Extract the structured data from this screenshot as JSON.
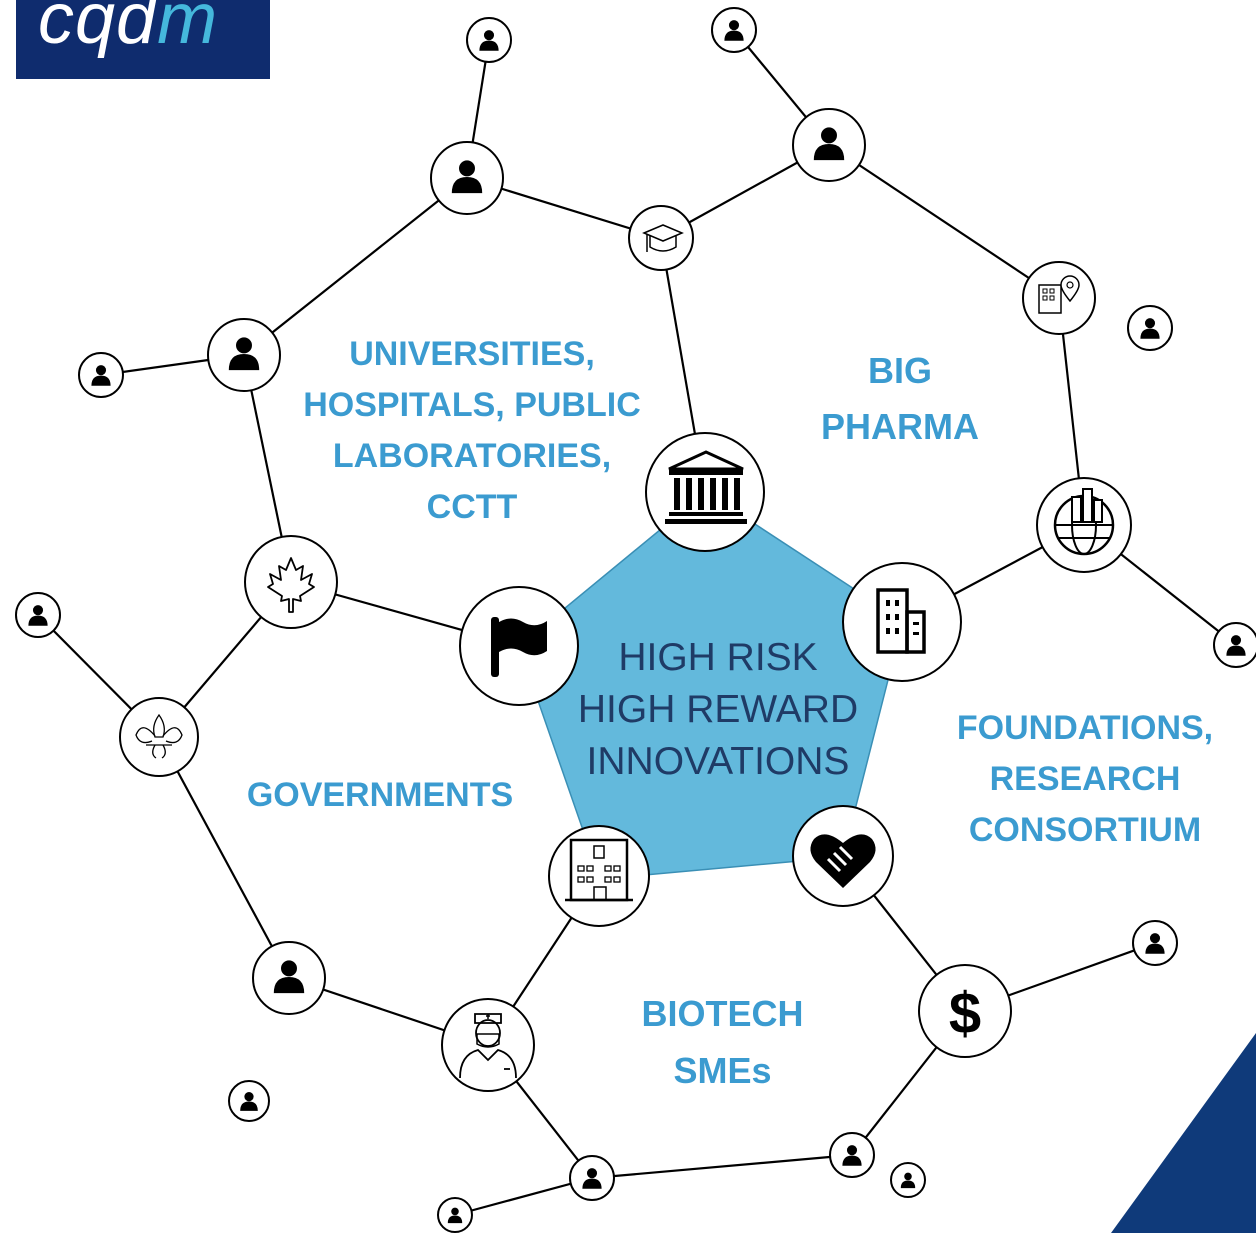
{
  "logo": {
    "text_main": "cqd",
    "text_accent": "m"
  },
  "center": {
    "lines": [
      "HIGH RISK",
      "HIGH REWARD",
      "INNOVATIONS"
    ]
  },
  "sectors": {
    "universities": [
      "UNIVERSITIES,",
      "HOSPITALS, PUBLIC",
      "LABORATORIES,",
      "CCTT"
    ],
    "big_pharma": [
      "BIG",
      "PHARMA"
    ],
    "governments": [
      "GOVERNMENTS"
    ],
    "foundations": [
      "FOUNDATIONS,",
      "RESEARCH",
      "CONSORTIUM"
    ],
    "biotech": [
      "BIOTECH",
      "SMEs"
    ]
  },
  "colors": {
    "pentagon_fill": "#63b9dc",
    "label": "#3b9bd0",
    "center_text": "#1f3b66",
    "logo_bg": "#0f2c6e",
    "logo_accent": "#45b8dc"
  },
  "icons": [
    "graduation-cap-icon",
    "hospital-pin-icon",
    "bank-icon",
    "globe-buildings-icon",
    "buildings-icon",
    "flag-icon",
    "maple-leaf-icon",
    "fleur-de-lis-icon",
    "hospital-icon",
    "handshake-heart-icon",
    "doctor-icon",
    "dollar-icon",
    "person-icon"
  ],
  "dollar_symbol": "$"
}
